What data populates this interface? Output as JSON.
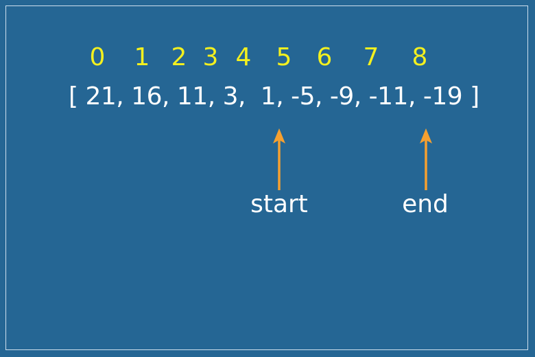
{
  "indices": [
    "0",
    "1",
    "2",
    "3",
    "4",
    "5",
    "6",
    "7",
    "8"
  ],
  "array_text": "[ 21, 16, 11, 3,  1, -5, -9, -11, -19 ]",
  "pointers": {
    "start": "start",
    "end": "end"
  },
  "colors": {
    "background": "#256694",
    "index": "#f3f01f",
    "text": "#ffffff",
    "arrow": "#f5a030"
  }
}
